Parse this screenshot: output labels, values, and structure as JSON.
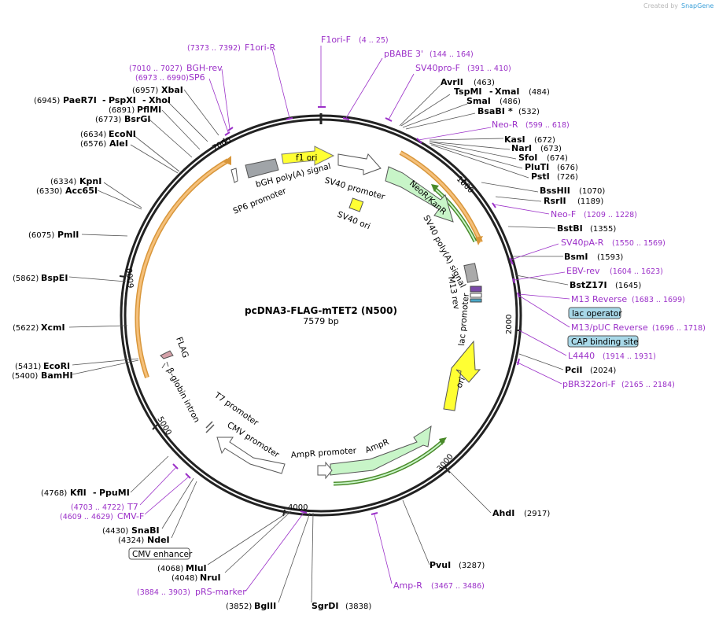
{
  "app": {
    "credit_prefix": "Created by",
    "credit_brand": "SnapGene"
  },
  "plasmid": {
    "name": "pcDNA3-FLAG-mTET2 (N500)",
    "size_label": "7579 bp"
  },
  "ticks": [
    "1000",
    "2000",
    "3000",
    "4000",
    "5000",
    "6000",
    "7000"
  ],
  "enzymes": [
    {
      "name": "AvrII",
      "pos": "(463)"
    },
    {
      "name": "TspMI",
      "pos": "",
      "name2": "XmaI",
      "pos2": "(484)"
    },
    {
      "name": "SmaI",
      "pos": "(486)"
    },
    {
      "name": "BsaBI",
      "star": "*",
      "pos": "(532)"
    },
    {
      "name": "KasI",
      "pos": "(672)"
    },
    {
      "name": "NarI",
      "pos": "(673)"
    },
    {
      "name": "SfoI",
      "pos": "(674)"
    },
    {
      "name": "PluTI",
      "pos": "(676)"
    },
    {
      "name": "PstI",
      "pos": "(726)"
    },
    {
      "name": "BssHII",
      "pos": "(1070)"
    },
    {
      "name": "RsrII",
      "pos": "(1189)"
    },
    {
      "name": "BstBI",
      "pos": "(1355)"
    },
    {
      "name": "BsmI",
      "pos": "(1593)"
    },
    {
      "name": "BstZ17I",
      "pos": "(1645)"
    },
    {
      "name": "PciI",
      "pos": "(2024)"
    },
    {
      "name": "AhdI",
      "pos": "(2917)"
    },
    {
      "name": "PvuI",
      "pos": "(3287)"
    },
    {
      "name": "SgrDI",
      "pos": "(3838)"
    },
    {
      "name": "BglII",
      "pos": "(3852)"
    },
    {
      "name": "NruI",
      "pos": "(4048)"
    },
    {
      "name": "MluI",
      "pos": "(4068)"
    },
    {
      "name": "NdeI",
      "pos": "(4324)"
    },
    {
      "name": "SnaBI",
      "pos": "(4430)"
    },
    {
      "name": "KflI",
      "pos": "(4768)",
      "name2": "PpuMI"
    },
    {
      "name": "BamHI",
      "pos": "(5400)"
    },
    {
      "name": "EcoRI",
      "pos": "(5431)"
    },
    {
      "name": "XcmI",
      "pos": "(5622)"
    },
    {
      "name": "BspEI",
      "pos": "(5862)"
    },
    {
      "name": "PmlI",
      "pos": "(6075)"
    },
    {
      "name": "Acc65I",
      "pos": "(6330)"
    },
    {
      "name": "KpnI",
      "pos": "(6334)"
    },
    {
      "name": "AleI",
      "pos": "(6576)"
    },
    {
      "name": "EcoNI",
      "pos": "(6634)"
    },
    {
      "name": "BsrGI",
      "pos": "(6773)"
    },
    {
      "name": "PflMI",
      "pos": "(6891)"
    },
    {
      "name": "PaeR7I",
      "pos": "(6945)",
      "name2": "PspXI",
      "name3": "XhoI"
    },
    {
      "name": "XbaI",
      "pos": "(6957)"
    }
  ],
  "primers": [
    {
      "name": "F1ori-F",
      "pos": "(4 .. 25)"
    },
    {
      "name": "pBABE 3'",
      "pos": "(144 .. 164)"
    },
    {
      "name": "SV40pro-F",
      "pos": "(391 .. 410)"
    },
    {
      "name": "Neo-R",
      "pos": "(599 .. 618)"
    },
    {
      "name": "Neo-F",
      "pos": "(1209 .. 1228)"
    },
    {
      "name": "SV40pA-R",
      "pos": "(1550 .. 1569)"
    },
    {
      "name": "EBV-rev",
      "pos": "(1604 .. 1623)"
    },
    {
      "name": "M13 Reverse",
      "pos": "(1683 .. 1699)"
    },
    {
      "name": "M13/pUC Reverse",
      "pos": "(1696 .. 1718)"
    },
    {
      "name": "L4440",
      "pos": "(1914 .. 1931)"
    },
    {
      "name": "pBR322ori-F",
      "pos": "(2165 .. 2184)"
    },
    {
      "name": "Amp-R",
      "pos": "(3467 .. 3486)"
    },
    {
      "name": "pRS-marker",
      "pos": "(3884 .. 3903)"
    },
    {
      "name": "CMV-F",
      "pos": "(4609 .. 4629)"
    },
    {
      "name": "T7",
      "pos": "(4703 .. 4722)"
    },
    {
      "name": "SP6",
      "pos": "(6973 .. 6990)"
    },
    {
      "name": "BGH-rev",
      "pos": "(7010 .. 7027)"
    },
    {
      "name": "F1ori-R",
      "pos": "(7373 .. 7392)"
    }
  ],
  "boxed_features": [
    "lac operator",
    "CAP binding site",
    "CMV enhancer"
  ],
  "features": {
    "f1_ori": "f1 ori",
    "sv40_promoter": "SV40 promoter",
    "sv40_ori": "SV40 ori",
    "neor": "NeoR/KanR",
    "sv40_polya": "SV40 poly(A) signal",
    "m13_rev": "M13 rev",
    "lac_promoter": "lac promoter",
    "ori": "ori",
    "ampr": "AmpR",
    "ampr_promoter": "AmpR promoter",
    "cmv_promoter": "CMV promoter",
    "t7_promoter": "T7 promoter",
    "beta_globin": "β-globin intron",
    "flag": "FLAG",
    "sp6_promoter": "SP6 promoter",
    "bgh_polya": "bGH poly(A) signal"
  },
  "colors": {
    "backbone": "#222222",
    "primer": "#9b30c8",
    "insert": "#f5c07a",
    "resistance": "#c8f5c8",
    "origin": "#ffff33",
    "box_fill": "#a8d8e8"
  }
}
